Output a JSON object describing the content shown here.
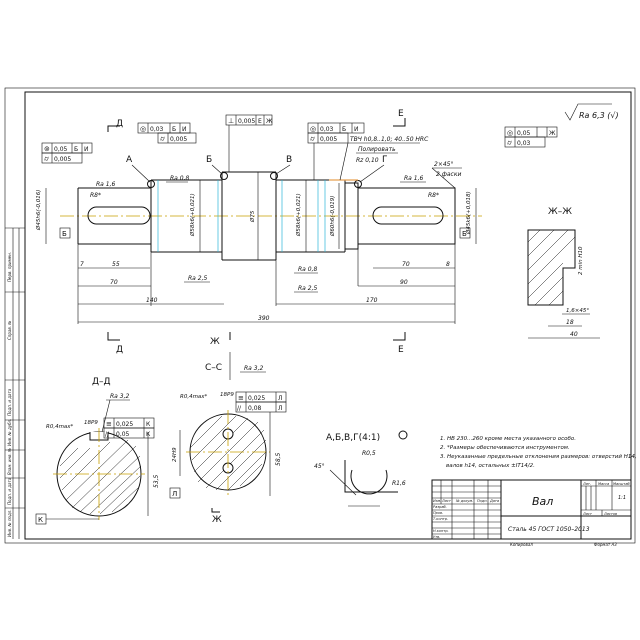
{
  "roughness_main": "Ra 6,3 (√)",
  "section_labels": {
    "D_top": "Д",
    "D_bottom": "Д",
    "E_top": "Е",
    "E_bottom": "Е",
    "ZH_bottom": "Ж",
    "ZH_bottom2": "Ж",
    "C_top": "С",
    "A": "А",
    "B": "Б",
    "V": "В",
    "G": "Г"
  },
  "view_titles": {
    "zh_zh": "Ж–Ж",
    "d_d": "Д–Д",
    "c_c": "С–С",
    "detail": "А,Б,В,Г(4:1)"
  },
  "tolerance_frames": {
    "left_top": [
      "⊚",
      "0,05",
      "Б",
      "И"
    ],
    "left_bottom": [
      "⌭",
      "0,005"
    ],
    "center": [
      "⊥",
      "0,005",
      "Е",
      "Ж"
    ],
    "a_top": [
      "◎",
      "0,03",
      "Б",
      "И"
    ],
    "a_bottom": [
      "⌭",
      "0,005"
    ],
    "right_top": [
      "◎",
      "0,03",
      "Б",
      "И"
    ],
    "right_bottom": [
      "⌭",
      "0,005"
    ],
    "zh_top": [
      "◎",
      "0,05",
      "Ж"
    ],
    "zh_bottom": [
      "⌭",
      "0,03"
    ],
    "dd_top": [
      "≡",
      "0,025",
      "К"
    ],
    "dd_bottom": [
      "//",
      "0,05",
      "К"
    ],
    "cc_top": [
      "≡",
      "0,025",
      "Л"
    ],
    "cc_bottom": [
      "//",
      "0,08",
      "Л"
    ]
  },
  "annotations": {
    "hardness": "ТВЧ h0,8..1,0; 40..50 HRC",
    "polish": "Полировать",
    "rz": "Rz 0,10",
    "chamfer": "2×45°",
    "two_faces": "2 фаски",
    "ra16_left": "Ra 1,6",
    "ra08_a": "Ra 0,8",
    "ra25": "Ra 2,5",
    "ra08_b": "Ra 0,8",
    "ra25_b": "Ra 2,5",
    "ra16_right": "Ra 1,6",
    "r8_left": "R8*",
    "r8_right": "R8*",
    "ra32_dd": "Ra 3,2",
    "ra32_cc": "Ra 3,2",
    "r04max_dd": "R0,4max*",
    "r04max_cc": "R0,4max*",
    "n9_dd": "18P9",
    "n9_cc": "18P9",
    "d_vert_dd": "53,5",
    "d_vert_cc": "58,5",
    "d_left_cc": "24Н9",
    "r05": "R0,5",
    "r16": "R1,6",
    "angle": "45°",
    "zh_depth": "2 min H10",
    "zh_cham": "1,6×45°",
    "zh_18": "18",
    "zh_40": "40"
  },
  "dimensions": {
    "d1": "Ø45h6(-0,016)",
    "d2": "Ø58k6(+0,021)",
    "d3": "Ø75",
    "d4": "Ø58k6(+0,021)",
    "d5": "Ø60h6(-0,019)",
    "d6": "Ø45k6(+0,018)",
    "l7": "7",
    "l55": "55",
    "l70_left": "70",
    "l140": "140",
    "l390": "390",
    "l170": "170",
    "l90": "90",
    "l70_right": "70",
    "l8": "8",
    "l_e": "Е"
  },
  "datum_marks": {
    "left": "Б",
    "right": "Б",
    "dd": "К",
    "cc": "Л"
  },
  "notes": [
    "1. НВ 230...260 кроме места указанного особо.",
    "2. *Размеры обеспечиваются инструментом.",
    "3. Неуказанные предельные отклонения размеров: отверстий H14,",
    "валов h14, остальных ±IT14/2."
  ],
  "title_block": {
    "part_name": "Вал",
    "material": "Сталь 45 ГОСТ 1050–2013",
    "lit": "Лит.",
    "mass": "Масса",
    "scale": "Масштаб",
    "scale_value": "1:1",
    "sheet": "Лист",
    "sheets": "Листов",
    "copied": "Копировал",
    "format": "Формат А3",
    "cols": [
      "Изм.",
      "Лист",
      "№ докум.",
      "Подп.",
      "Дата"
    ],
    "rows": [
      "Разраб.",
      "Пров.",
      "Т.контр.",
      "",
      "Н.контр.",
      "Утв."
    ]
  },
  "left_strip": [
    "Перв. примен.",
    "Справ. №",
    "Подп. и дата",
    "Инв. № дубл.",
    "Взам. инв. №",
    "Подп. и дата",
    "Инв. № подл."
  ]
}
